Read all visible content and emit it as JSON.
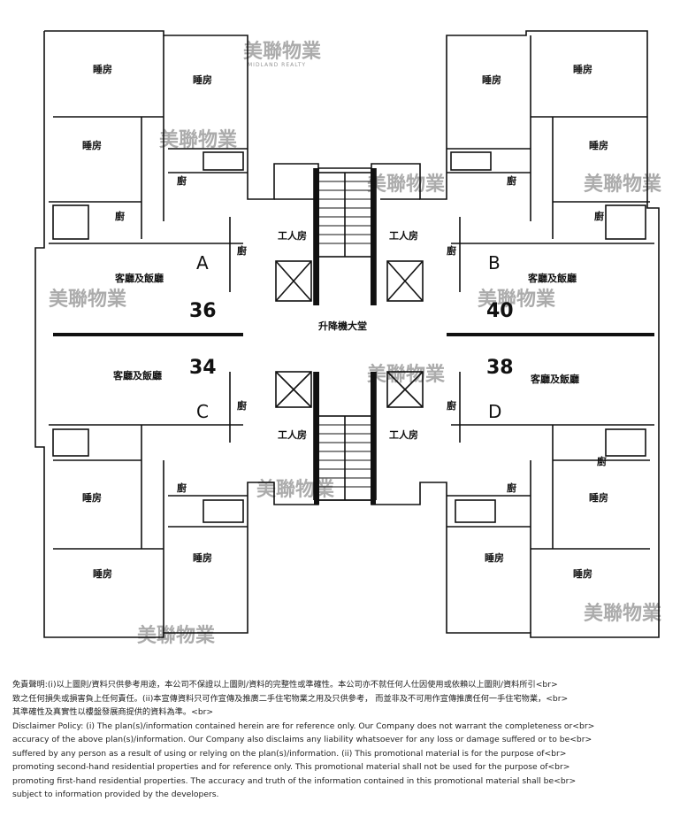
{
  "rooms": {
    "bedroom": "睡房",
    "kitchen": "廚",
    "servant": "工人房",
    "living": "客廳及飯廳",
    "lobby": "升降機大堂"
  },
  "units": {
    "a": {
      "letter": "A",
      "flat": "36"
    },
    "b": {
      "letter": "B",
      "flat": "40"
    },
    "c": {
      "letter": "C",
      "flat": "34"
    },
    "d": {
      "letter": "D",
      "flat": "38"
    }
  },
  "watermark": {
    "brand": "美聯物業",
    "sub": "MIDLAND REALTY"
  },
  "disclaimer": {
    "lines": [
      "免責聲明:(i)以上圖則/資料只供參考用途，本公司不保證以上圖則/資料的完整性或準確性。本公司亦不就任何人仕因使用或依賴以上圖則/資料所引<br>",
      "致之任何損失或損害負上任何責任。(ii)本宣傳資料只可作宣傳及推廣二手住宅物業之用及只供參考， 而並非及不可用作宣傳推廣任何一手住宅物業，<br>",
      "其準確性及真實性以樓盤發展商提供的資料為準。<br>",
      "Disclaimer Policy: (i) The plan(s)/information contained herein are for reference only. Our Company does not warrant the completeness or<br>",
      "accuracy of the above plan(s)/information. Our Company also disclaims any liability whatsoever for any loss or damage suffered or to be<br>",
      "suffered by any person as a result of using or relying on the plan(s)/information. (ii) This promotional material is for the purpose of<br>",
      "promoting second-hand residential properties and for reference only. This promotional material shall not be used for the purpose of<br>",
      "promoting first-hand residential properties. The accuracy and truth of the information contained in this promotional material shall be<br>",
      "subject to information provided by the developers."
    ]
  }
}
